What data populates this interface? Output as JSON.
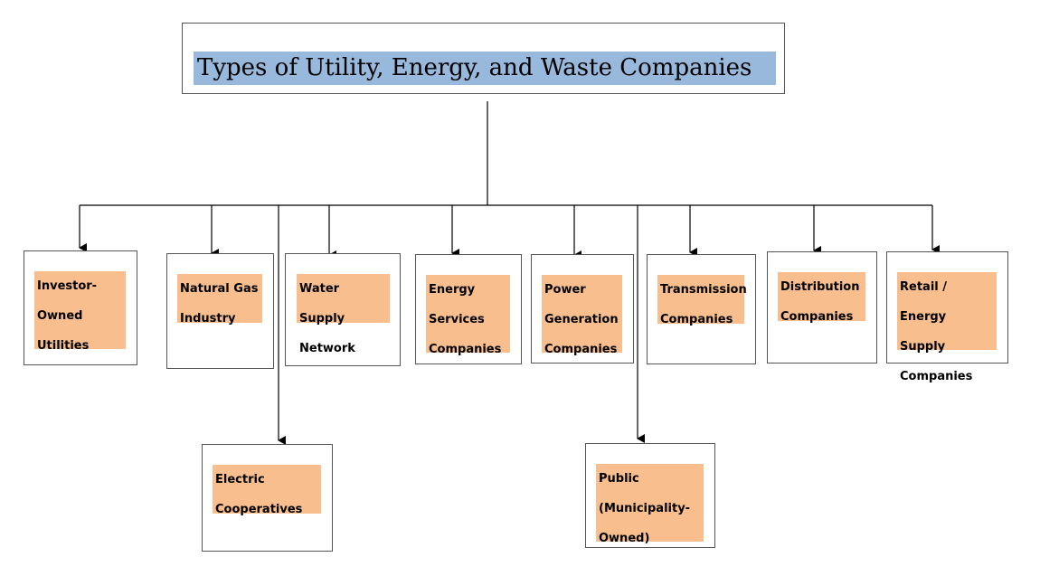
{
  "title": "Types of Utility, Energy, and Waste Companies",
  "nodes": {
    "investor_owned": "Investor-\nOwned\nUtilities",
    "natural_gas": "Natural Gas\nIndustry",
    "water_supply": "Water Supply\nNetwork",
    "energy_services": "Energy\nServices\nCompanies",
    "power_generation": "Power\nGeneration\nCompanies",
    "transmission": "Transmission\nCompanies",
    "distribution": "Distribution\nCompanies",
    "retail_energy": "Retail / Energy\nSupply\nCompanies",
    "electric_coop": "Electric\nCooperatives",
    "public_municipal": "Public\n(Municipality-\nOwned)"
  },
  "colors": {
    "title_bg": "#98b8dc",
    "label_bg": "#f8be8d",
    "line": "#000000"
  }
}
